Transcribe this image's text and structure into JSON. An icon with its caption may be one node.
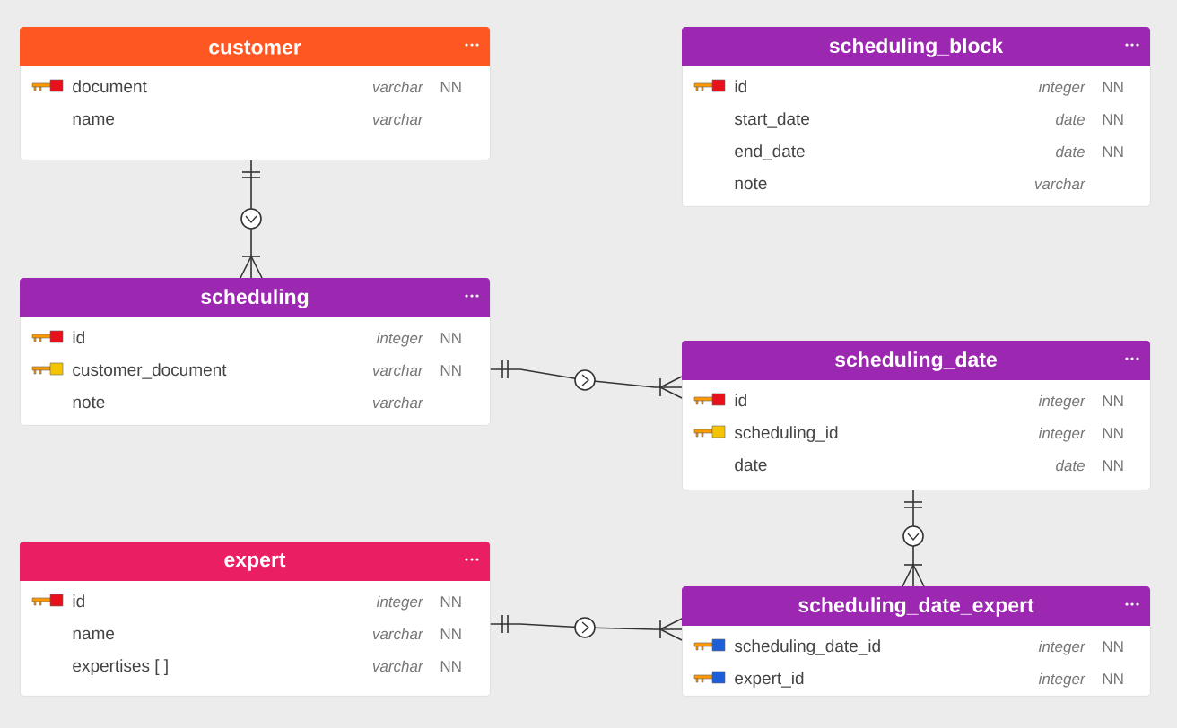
{
  "diagram": {
    "nodes": [
      {
        "text": [
          "customer",
          "document",
          "varchar",
          "NN",
          "name",
          "varchar"
        ]
      },
      {
        "text": [
          "scheduling_block",
          "id",
          "integer",
          "NN",
          "start_date",
          "date",
          "NN",
          "end_date",
          "date",
          "NN",
          "note",
          "varchar"
        ]
      },
      {
        "text": [
          "scheduling",
          "id",
          "integer",
          "NN",
          "customer_document",
          "varchar",
          "NN",
          "note",
          "varchar"
        ]
      },
      {
        "text": [
          "scheduling_date",
          "id",
          "integer",
          "NN",
          "scheduling_id",
          "integer",
          "NN",
          "date",
          "date",
          "NN"
        ]
      },
      {
        "text": [
          "expert",
          "id",
          "integer",
          "NN",
          "name",
          "varchar",
          "NN",
          "expertises [ ]",
          "varchar",
          "NN"
        ]
      },
      {
        "text": [
          "scheduling_date_expert",
          "scheduling_date_id",
          "integer",
          "NN",
          "expert_id",
          "integer",
          "NN"
        ]
      }
    ],
    "edges": [
      {
        "from": 0,
        "to": 2,
        "arrow": "other"
      },
      {
        "from": 2,
        "to": 3,
        "arrow": "other"
      },
      {
        "from": 3,
        "to": 5,
        "arrow": "other"
      },
      {
        "from": 4,
        "to": 5,
        "arrow": "other"
      }
    ]
  }
}
